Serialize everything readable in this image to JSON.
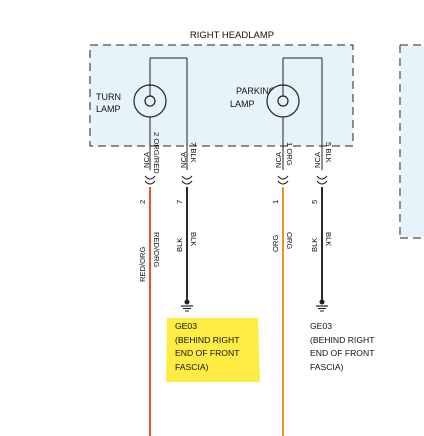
{
  "title": "RIGHT HEADLAMP",
  "components": {
    "turn_lamp": {
      "line1": "TURN",
      "line2": "LAMP"
    },
    "parking_lamp": {
      "line1": "PARKING",
      "line2": "LAMP"
    }
  },
  "connector_label": "NCA",
  "pins": {
    "turn_out": {
      "number": "2",
      "wire_color": "RED/ORG",
      "wire_hex": "#e8542a"
    },
    "turn_gnd": {
      "number": "7",
      "wire_color": "BLK",
      "wire_hex": "#2b2b2b"
    },
    "park_out": {
      "number": "1",
      "wire_color": "ORG",
      "wire_hex": "#f0902a"
    },
    "park_gnd": {
      "number": "5",
      "wire_color": "BLK",
      "wire_hex": "#2b2b2b"
    }
  },
  "mirror_labels": {
    "turn_out": "2 ORG/RED",
    "turn_gnd": "7 BLK",
    "park_out": "1 ORG",
    "park_gnd": "5 BLK"
  },
  "grounds": {
    "left": {
      "id": "GE03",
      "line2": "(BEHIND RIGHT",
      "line3": "END OF FRONT",
      "line4": "FASCIA)",
      "highlight": "#ffeb3b"
    },
    "right": {
      "id": "GE03",
      "line2": "(BEHIND RIGHT",
      "line3": "END OF FRONT",
      "line4": "FASCIA)"
    }
  },
  "colors": {
    "box_fill": "#e6f3fb",
    "box_stroke": "#222222"
  }
}
